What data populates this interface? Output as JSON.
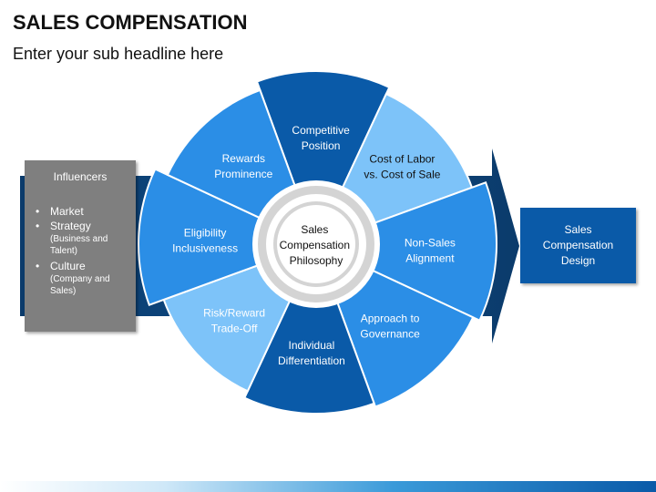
{
  "title": "SALES COMPENSATION",
  "subtitle": "Enter your sub headline here",
  "influencers": {
    "heading": "Influencers",
    "items": [
      {
        "label": "Market",
        "detail": ""
      },
      {
        "label": "Strategy",
        "detail": "(Business and Talent)"
      },
      {
        "label": "Culture",
        "detail": "(Company and Sales)"
      }
    ]
  },
  "center": {
    "line1": "Sales",
    "line2": "Compensation",
    "line3": "Philosophy"
  },
  "segments": [
    {
      "line1": "Competitive",
      "line2": "Position",
      "color": "#0a5aa8",
      "text_color": "#ffffff"
    },
    {
      "line1": "Cost of Labor",
      "line2": "vs. Cost of Sale",
      "color": "#7dc3f9",
      "text_color": "#111111"
    },
    {
      "line1": "Non-Sales",
      "line2": "Alignment",
      "color": "#2b8ee6",
      "text_color": "#ffffff"
    },
    {
      "line1": "Approach to",
      "line2": "Governance",
      "color": "#2b8ee6",
      "text_color": "#ffffff"
    },
    {
      "line1": "Individual",
      "line2": "Differentiation",
      "color": "#0a5aa8",
      "text_color": "#ffffff"
    },
    {
      "line1": "Risk/Reward",
      "line2": "Trade-Off",
      "color": "#7dc3f9",
      "text_color": "#ffffff"
    },
    {
      "line1": "Eligibility",
      "line2": "Inclusiveness",
      "color": "#2b8ee6",
      "text_color": "#ffffff"
    },
    {
      "line1": "Rewards",
      "line2": "Prominence",
      "color": "#2b8ee6",
      "text_color": "#ffffff"
    }
  ],
  "design": {
    "label": "Sales Compensation Design"
  },
  "colors": {
    "arrow_dark": "#0b3b6b",
    "ring": "#d4d4d4",
    "influencer_box": "#7f7f7f",
    "design_box": "#0a5aa8"
  }
}
